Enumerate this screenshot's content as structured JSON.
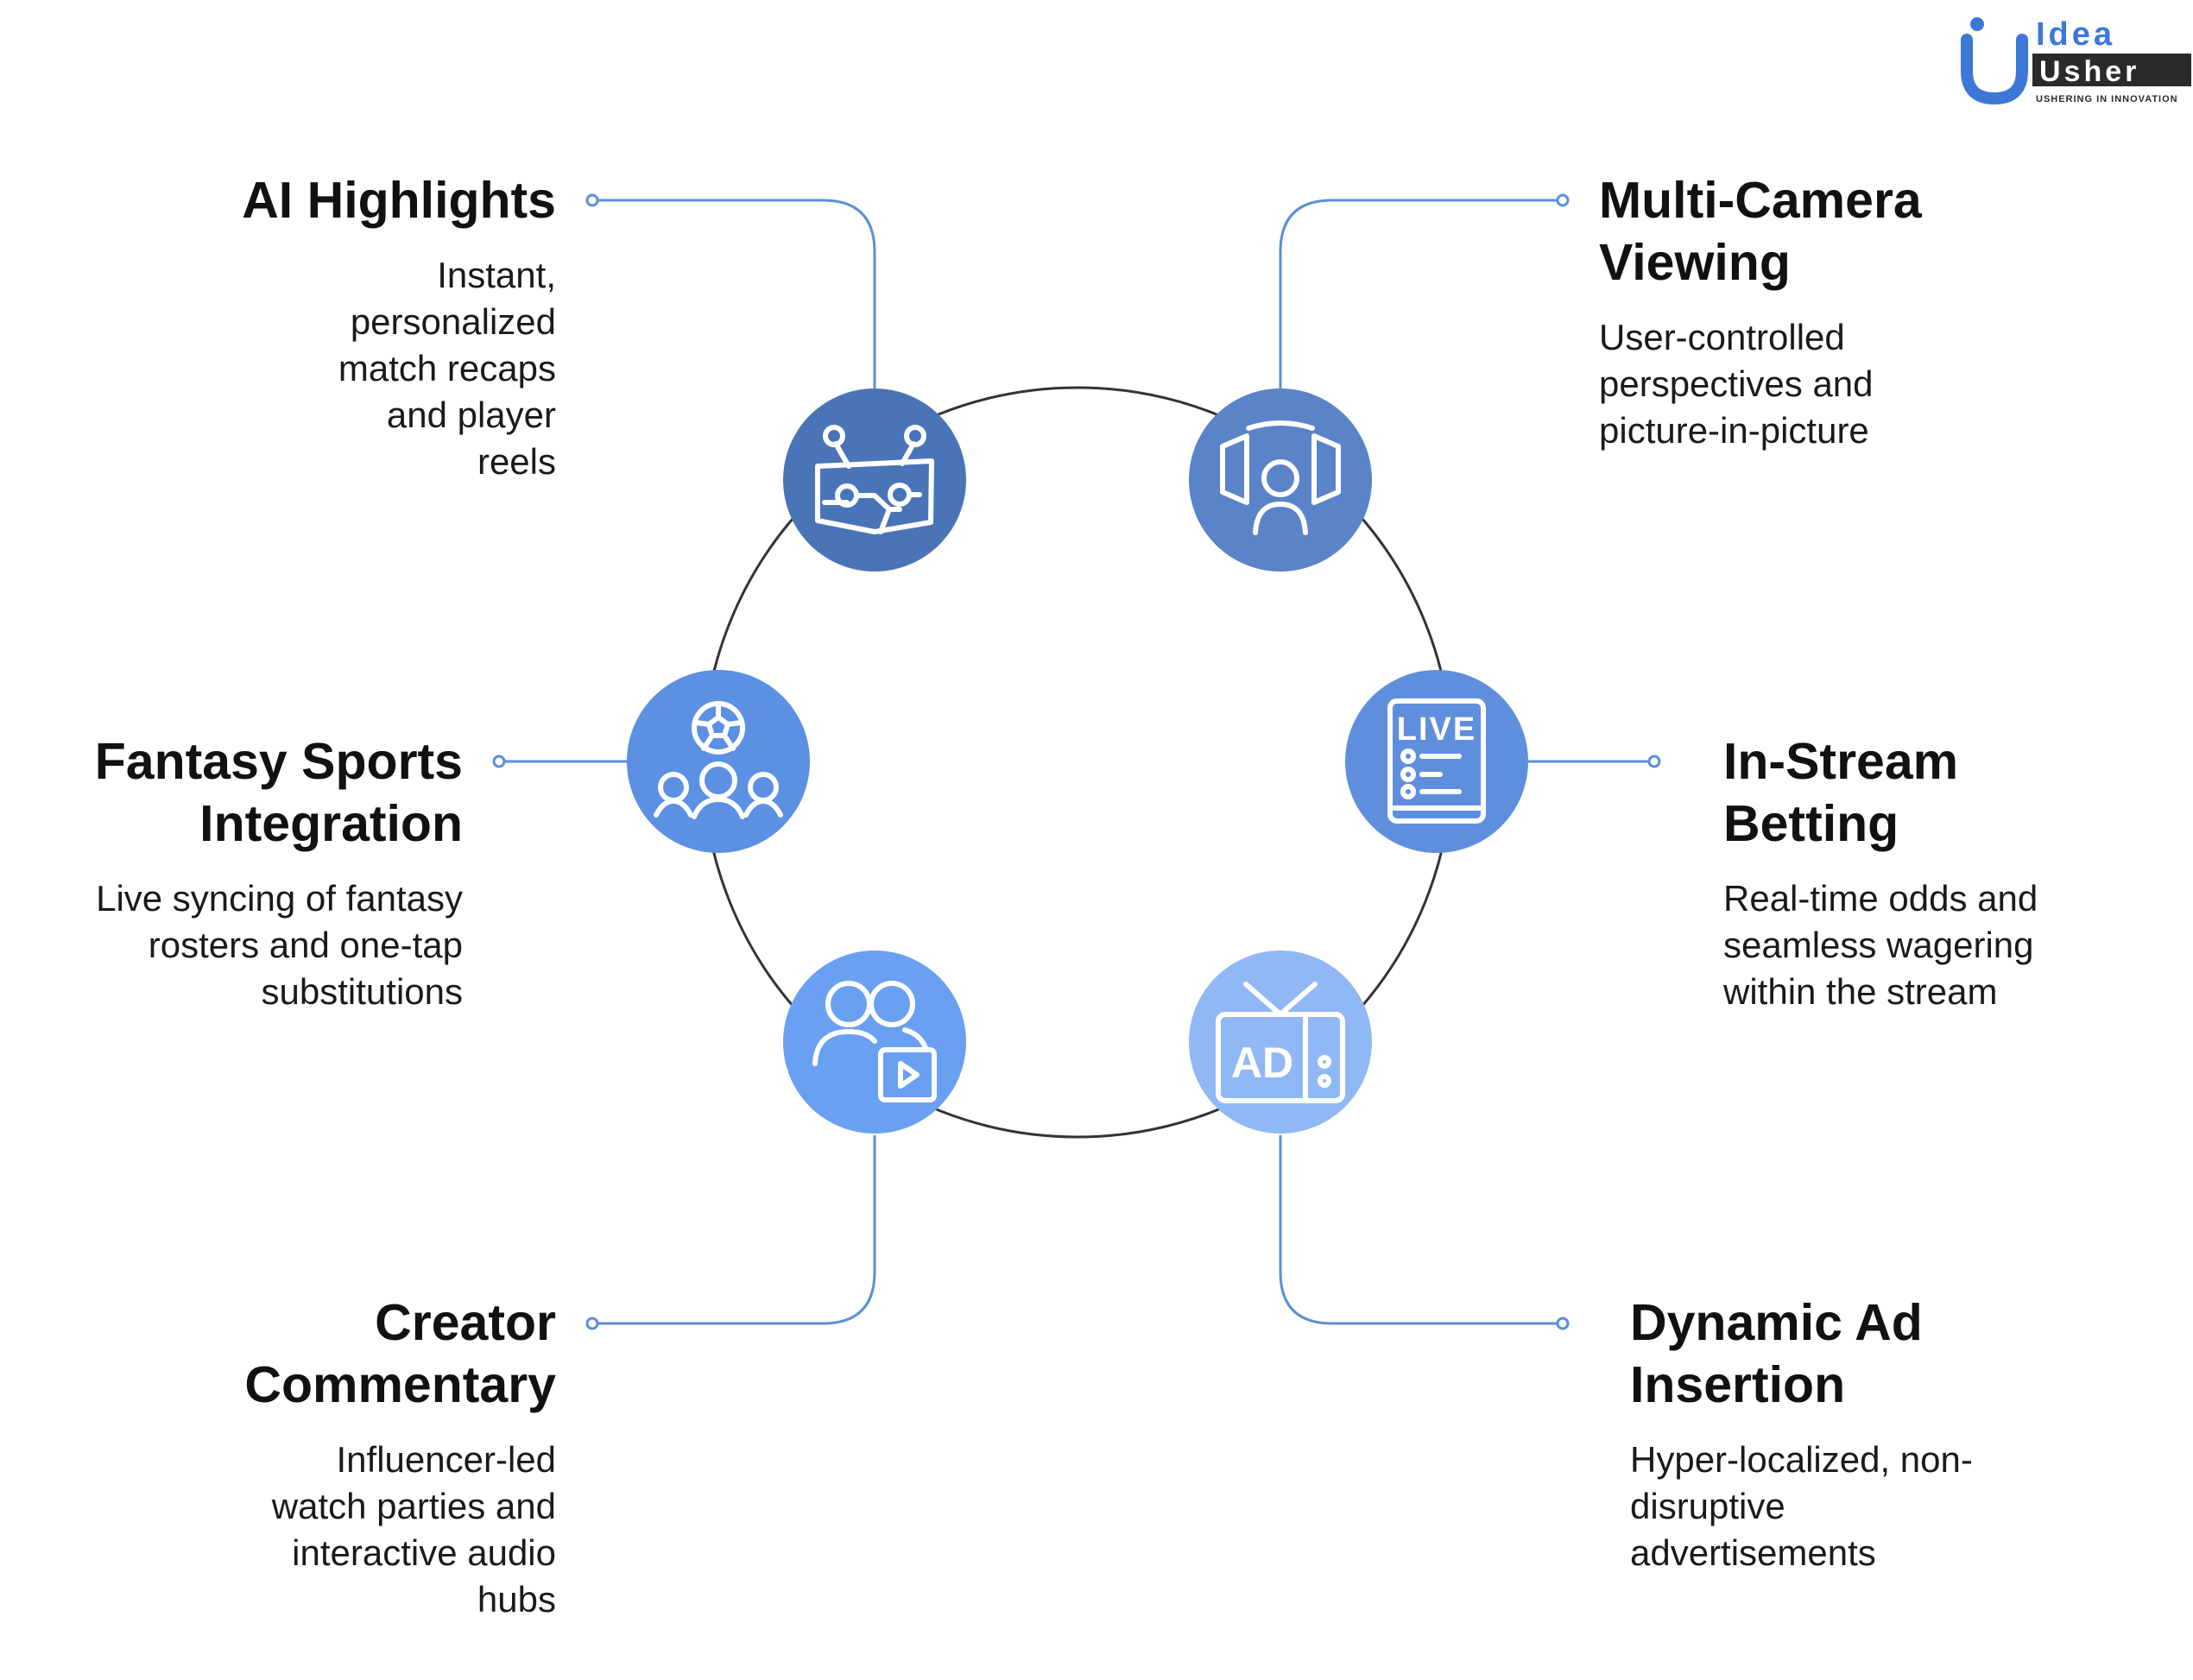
{
  "brand": {
    "line1": "Idea",
    "line2": "Usher",
    "tagline": "USHERING IN INNOVATION",
    "colors": {
      "blue": "#3d77d8",
      "dark": "#2a2a2a"
    }
  },
  "colors": {
    "ring": "#333333",
    "connector": "#5b8fd8",
    "node1": "#4a74b8",
    "node2": "#5a83c8",
    "node3": "#5f8fdc",
    "node4": "#5b90e3",
    "node5": "#6aa0f2",
    "node6": "#90b8f5"
  },
  "features": [
    {
      "id": "ai-highlights",
      "title": "AI Highlights",
      "description": "Instant, personalized match recaps and player reels",
      "icon": "ai-robot-icon"
    },
    {
      "id": "multi-camera",
      "title": "Multi-Camera Viewing",
      "description": "User-controlled perspectives and picture-in-picture",
      "icon": "multi-camera-viewer-icon"
    },
    {
      "id": "in-stream-betting",
      "title": "In-Stream Betting",
      "description": "Real-time odds and seamless wagering within the stream",
      "icon": "live-betting-slip-icon",
      "icon_label": "LIVE"
    },
    {
      "id": "dynamic-ad",
      "title": "Dynamic Ad Insertion",
      "description": "Hyper-localized, non-disruptive advertisements",
      "icon": "ad-television-icon",
      "icon_label": "AD"
    },
    {
      "id": "creator-commentary",
      "title": "Creator Commentary",
      "description": "Influencer-led watch parties and interactive audio hubs",
      "icon": "creator-play-icon"
    },
    {
      "id": "fantasy-sports",
      "title": "Fantasy Sports Integration",
      "description": "Live syncing of fantasy rosters and one-tap substitutions",
      "icon": "fantasy-team-ball-icon"
    }
  ]
}
